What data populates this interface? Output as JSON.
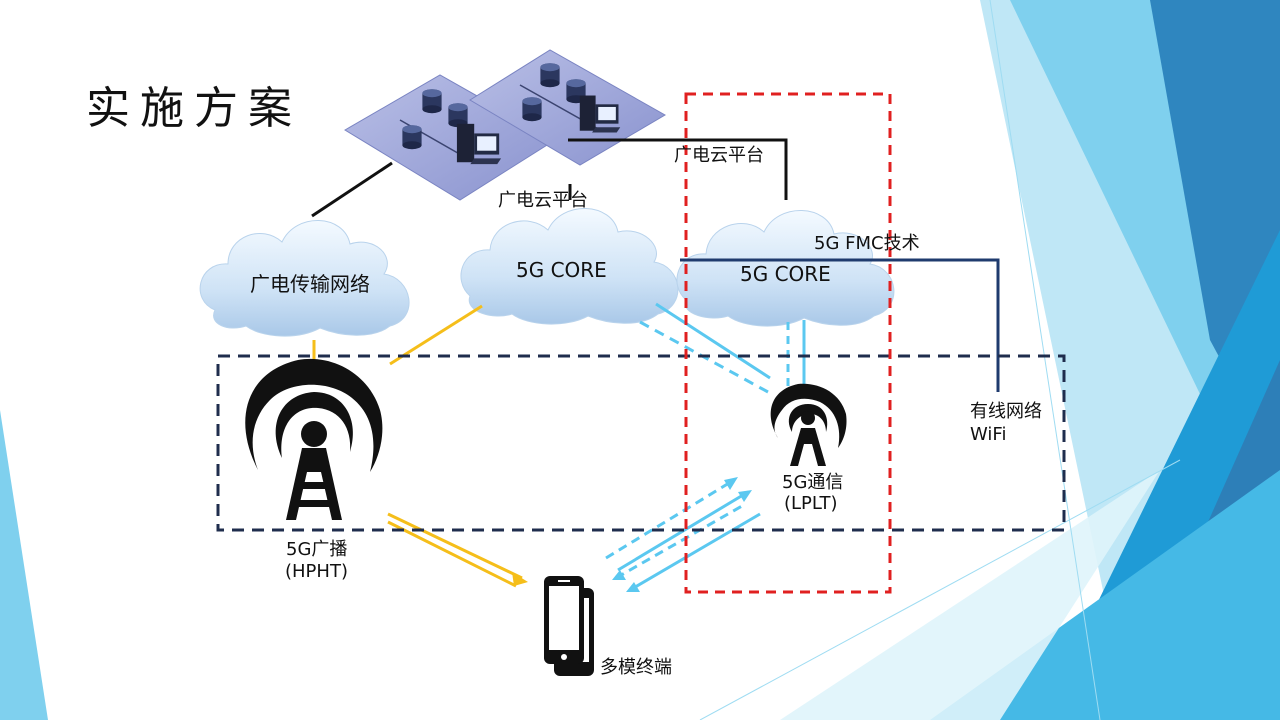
{
  "slide": {
    "title": "实施方案"
  },
  "labels": {
    "cloud_platform_a": "广电云平台",
    "cloud_platform_b": "广电云平台",
    "broadcast_network": "广电传输网络",
    "core_left": "5G CORE",
    "core_right": "5G CORE",
    "fmc": "5G FMC技术",
    "wired": "有线网络",
    "wifi": "WiFi",
    "broadcast_tower": "5G广播",
    "broadcast_tower_sub": "(HPHT)",
    "comm_tower": "5G通信",
    "comm_tower_sub": "(LPLT)",
    "terminal": "多模终端"
  },
  "colors": {
    "accent_blue": "#2e75b6",
    "light_blue": "#5bc8f0",
    "yellow_link": "#f5be1a",
    "red_dashed": "#e02020",
    "navy_dashed": "#1f2d4d"
  },
  "icons": [
    "server-icon",
    "cloud-icon",
    "tower-icon",
    "phone-icon"
  ]
}
